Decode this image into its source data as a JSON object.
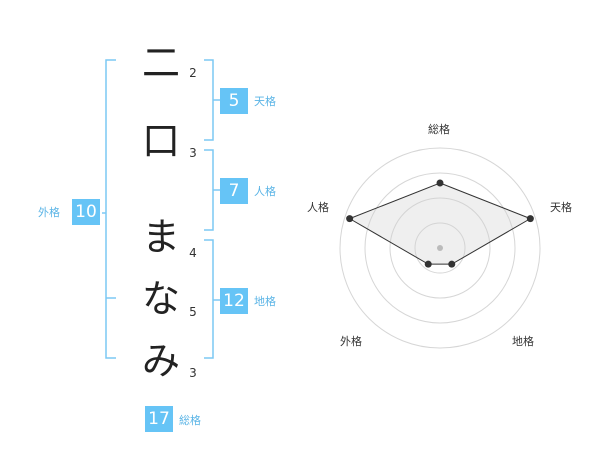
{
  "name_chars": [
    {
      "char": "二",
      "strokes": "2"
    },
    {
      "char": "口",
      "strokes": "3"
    },
    {
      "char": "ま",
      "strokes": "4"
    },
    {
      "char": "な",
      "strokes": "5"
    },
    {
      "char": "み",
      "strokes": "3"
    }
  ],
  "fortune": {
    "tenkaku": {
      "value": "5",
      "label": "天格"
    },
    "jinkaku": {
      "value": "7",
      "label": "人格"
    },
    "chikaku": {
      "value": "12",
      "label": "地格"
    },
    "gaikaku": {
      "value": "10",
      "label": "外格"
    },
    "soukaku": {
      "value": "17",
      "label": "総格"
    }
  },
  "radar": {
    "axes": [
      "総格",
      "天格",
      "地格",
      "外格",
      "人格"
    ],
    "values": [
      0.65,
      0.95,
      0.2,
      0.2,
      0.95
    ],
    "levels": 4
  },
  "colors": {
    "accent": "#66c4f6",
    "bracket": "#7cc8f4",
    "radar_fill": "#eeeeee"
  }
}
